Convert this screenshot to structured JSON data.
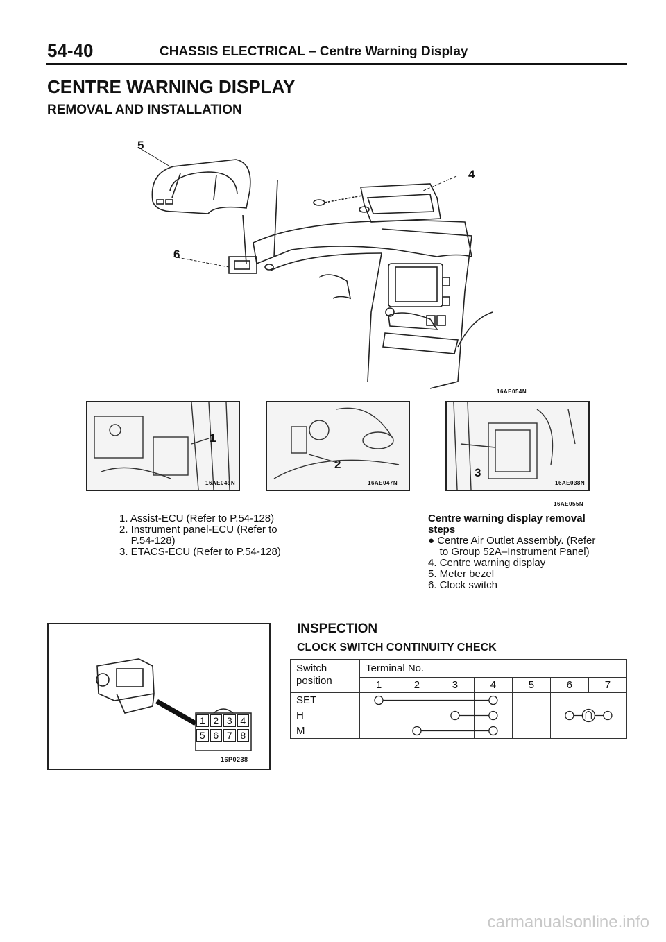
{
  "header": {
    "page_number": "54-40",
    "title": "CHASSIS ELECTRICAL – Centre Warning Display"
  },
  "section": {
    "title": "CENTRE WARNING DISPLAY",
    "subtitle": "REMOVAL AND INSTALLATION"
  },
  "main_figure": {
    "callouts": [
      "5",
      "4",
      "6"
    ],
    "code": "16AE054N"
  },
  "photos": [
    {
      "callout": "1",
      "code": "16AE049N"
    },
    {
      "callout": "2",
      "code": "16AE047N"
    },
    {
      "callout": "3",
      "code": "16AE038N"
    }
  ],
  "photo_row_code": "16AE055N",
  "left_list": [
    "1. Assist-ECU (Refer to P.54-128)",
    "2. Instrument panel-ECU (Refer to",
    "    P.54-128)",
    "3. ETACS-ECU (Refer to P.54-128)"
  ],
  "removal_steps": {
    "title_line1": "Centre warning display removal",
    "title_line2": "steps",
    "items": [
      "● Centre Air Outlet Assembly. (Refer",
      "    to Group 52A–Instrument Panel)",
      "4. Centre warning display",
      "5. Meter bezel",
      "6. Clock switch"
    ]
  },
  "inspection": {
    "title": "INSPECTION",
    "subtitle": "CLOCK SWITCH CONTINUITY CHECK",
    "table": {
      "header_col_line1": "Switch",
      "header_col_line2": "position",
      "terminal_header": "Terminal No.",
      "terminals": [
        "1",
        "2",
        "3",
        "4",
        "5",
        "6",
        "7"
      ],
      "rows": [
        {
          "position": "SET",
          "connections": [
            1,
            4
          ]
        },
        {
          "position": "H",
          "connections": [
            3,
            4
          ]
        },
        {
          "position": "M",
          "connections": [
            2,
            4
          ]
        }
      ],
      "shared_connection": [
        6,
        7
      ]
    }
  },
  "connector_figure": {
    "pins_top": [
      "1",
      "2",
      "3",
      "4"
    ],
    "pins_bottom": [
      "5",
      "6",
      "7",
      "8"
    ],
    "code": "16P0238"
  },
  "watermark": "carmanualsonline.info"
}
